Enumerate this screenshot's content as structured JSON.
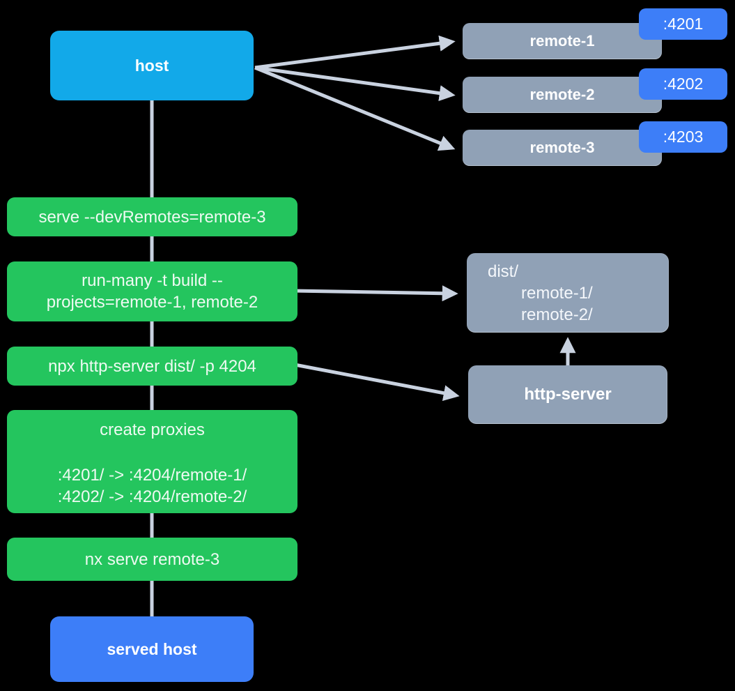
{
  "colors": {
    "background": "#000000",
    "host_fill": "#12a9e9",
    "remote_fill": "#90a1b6",
    "port_badge_fill": "#3d7ef8",
    "command_fill": "#24c55e",
    "served_host_fill": "#3d7ef8",
    "connector": "#c9d2e0",
    "text": "#ffffff"
  },
  "host": {
    "label": "host"
  },
  "remotes": [
    {
      "label": "remote-1",
      "port": ":4201"
    },
    {
      "label": "remote-2",
      "port": ":4202"
    },
    {
      "label": "remote-3",
      "port": ":4203"
    }
  ],
  "commands": {
    "serve": "serve --devRemotes=remote-3",
    "build_line1": "run-many -t build --",
    "build_line2": "projects=remote-1, remote-2",
    "http_server": "npx http-server dist/ -p 4204",
    "proxies_title": "create proxies",
    "proxy_1": ":4201/ -> :4204/remote-1/",
    "proxy_2": ":4202/ -> :4204/remote-2/",
    "serve_remote3": "nx serve remote-3"
  },
  "dist": {
    "root": "dist/",
    "entries": [
      "remote-1/",
      "remote-2/"
    ]
  },
  "http_server": {
    "label": "http-server"
  },
  "served_host": {
    "label": "served host"
  }
}
